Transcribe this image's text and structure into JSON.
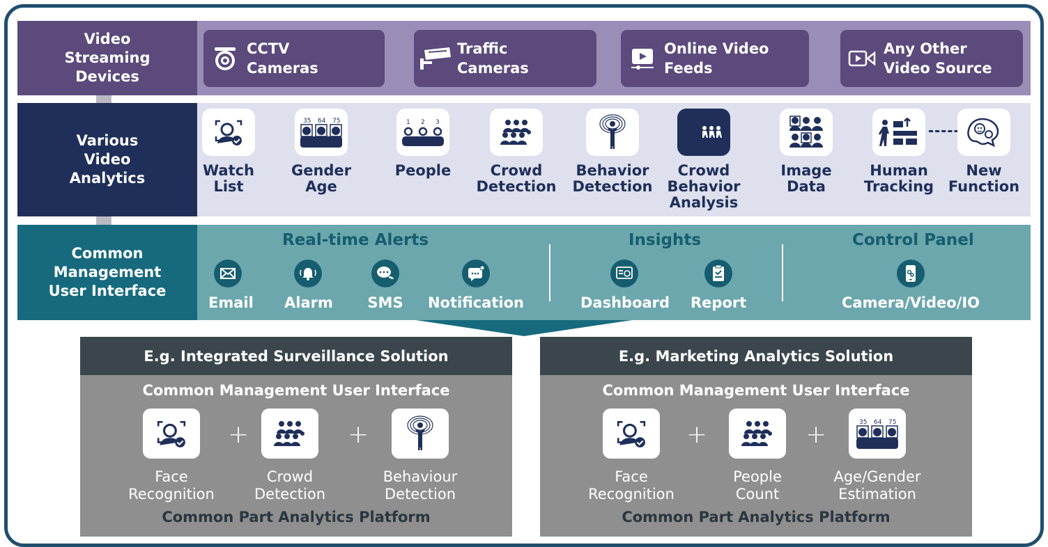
{
  "row1": {
    "label": "Video\nStreaming\nDevices",
    "sources": [
      {
        "icon": "cctv-dome-icon",
        "label": "CCTV\nCameras"
      },
      {
        "icon": "traffic-camera-icon",
        "label": "Traffic\nCameras"
      },
      {
        "icon": "online-video-icon",
        "label": "Online Video\nFeeds"
      },
      {
        "icon": "video-source-icon",
        "label": "Any Other\nVideo Source"
      }
    ]
  },
  "row2": {
    "label": "Various\nVideo\nAnalytics",
    "analytics": [
      {
        "icon": "watch-list-icon",
        "label": "Watch\nList"
      },
      {
        "icon": "gender-age-icon",
        "label": "Gender\nAge",
        "numbers": [
          "35",
          "64",
          "75"
        ]
      },
      {
        "icon": "people-count-icon",
        "label": "People",
        "numbers": [
          "1",
          "2",
          "3"
        ]
      },
      {
        "icon": "crowd-icon",
        "label": "Crowd\nDetection"
      },
      {
        "icon": "behavior-icon",
        "label": "Behavior\nDetection"
      },
      {
        "icon": "crowd-behavior-icon",
        "label": "Crowd\nBehavior\nAnalysis"
      },
      {
        "icon": "image-data-icon",
        "label": "Image\nData"
      },
      {
        "icon": "human-tracking-icon",
        "label": "Human\nTracking"
      },
      {
        "icon": "new-function-icon",
        "label": "New\nFunction"
      }
    ]
  },
  "row3": {
    "label": "Common\nManagement\nUser Interface",
    "groups": [
      {
        "title": "Real-time Alerts",
        "items": [
          {
            "icon": "email-icon",
            "label": "Email"
          },
          {
            "icon": "alarm-icon",
            "label": "Alarm"
          },
          {
            "icon": "sms-icon",
            "label": "SMS"
          },
          {
            "icon": "notification-icon",
            "label": "Notification"
          }
        ]
      },
      {
        "title": "Insights",
        "items": [
          {
            "icon": "dashboard-icon",
            "label": "Dashboard"
          },
          {
            "icon": "report-icon",
            "label": "Report"
          }
        ]
      },
      {
        "title": "Control Panel",
        "items": [
          {
            "icon": "camera-video-io-icon",
            "label": "Camera/Video/IO"
          }
        ]
      }
    ]
  },
  "solutions": [
    {
      "title": "E.g. Integrated Surveillance Solution",
      "subtitle": "Common Management User Interface",
      "footer": "Common Part Analytics Platform",
      "items": [
        {
          "icon": "face-recognition-icon",
          "label": "Face\nRecognition"
        },
        {
          "icon": "crowd-icon",
          "label": "Crowd\nDetection"
        },
        {
          "icon": "behavior-icon",
          "label": "Behaviour\nDetection"
        }
      ]
    },
    {
      "title": "E.g. Marketing Analytics Solution",
      "subtitle": "Common Management User Interface",
      "footer": "Common Part Analytics Platform",
      "items": [
        {
          "icon": "face-recognition-icon",
          "label": "Face\nRecognition"
        },
        {
          "icon": "crowd-icon",
          "label": "People\nCount"
        },
        {
          "icon": "gender-age-icon",
          "label": "Age/Gender\nEstimation",
          "numbers": [
            "35",
            "64",
            "75"
          ]
        }
      ]
    }
  ],
  "colors": {
    "frame": "#1f4e6e",
    "row1_dark": "#5b4a7b",
    "row1_light": "#9a8db8",
    "row2_dark": "#1f2f5a",
    "row2_light": "#dfe0ee",
    "row3_dark": "#176a7d",
    "row3_light": "#6ca7ad",
    "solution_head": "#3a464c",
    "solution_body": "#8f8f8f"
  },
  "plus_sign": "+"
}
